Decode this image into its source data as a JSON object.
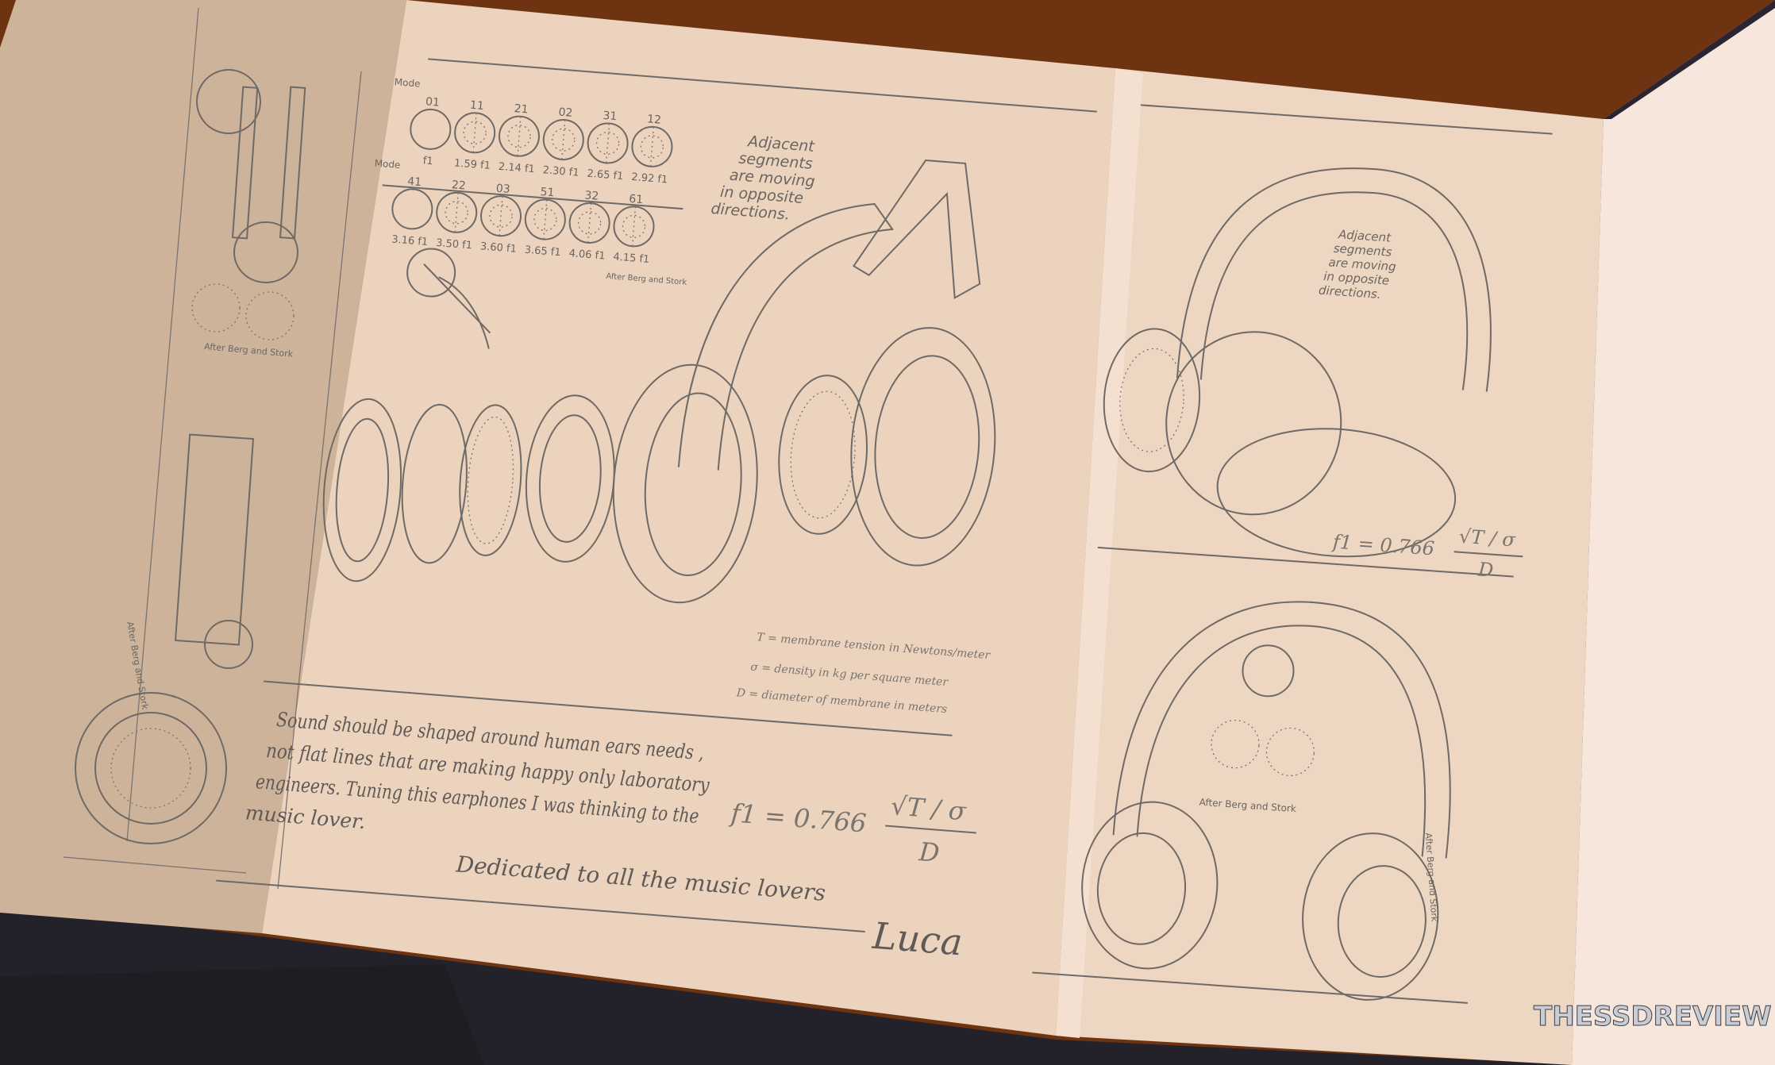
{
  "colors": {
    "wood": "#6e3412",
    "left_panel": "#cdb39a",
    "middle_panel": "#ebd3be",
    "right_panel": "#edd6c2",
    "flap": "#f7e6dc",
    "tablet": "#1c1e21",
    "ink": "#6f6a66"
  },
  "modes": {
    "label": "Mode",
    "row1": [
      {
        "mode": "01",
        "freq": "f1"
      },
      {
        "mode": "11",
        "freq": "1.59 f1"
      },
      {
        "mode": "21",
        "freq": "2.14 f1"
      },
      {
        "mode": "02",
        "freq": "2.30 f1"
      },
      {
        "mode": "31",
        "freq": "2.65 f1"
      },
      {
        "mode": "12",
        "freq": "2.92 f1"
      }
    ],
    "row2": [
      {
        "mode": "41",
        "freq": "3.16 f1"
      },
      {
        "mode": "22",
        "freq": "3.50 f1"
      },
      {
        "mode": "03",
        "freq": "3.60 f1"
      },
      {
        "mode": "51",
        "freq": "3.65 f1"
      },
      {
        "mode": "32",
        "freq": "4.06 f1"
      },
      {
        "mode": "61",
        "freq": "4.15 f1"
      }
    ],
    "credit": "After Berg and Stork"
  },
  "adjacent_note": [
    "Adjacent",
    "segments",
    "are moving",
    "in opposite",
    "directions."
  ],
  "legend": {
    "T": "T = membrane tension in Newtons/meter",
    "sigma": "σ = density in kg per square meter",
    "D": "D = diameter of membrane in meters"
  },
  "formula": {
    "lhs": "f1 = 0.766",
    "numerator": "√T / σ",
    "denominator": "D"
  },
  "message": {
    "lines": [
      "Sound should be shaped around human ears needs ,",
      "not flat lines that are making happy only laboratory",
      "engineers. Tuning this earphones I was thinking to the",
      "music lover."
    ],
    "dedication": "Dedicated to all the music lovers",
    "signature": "Luca"
  },
  "credits": {
    "left_horizontal": "After Berg and Stork",
    "left_vertical": "After Berg and Stork",
    "right_horizontal": "After Berg and Stork",
    "right_vertical": "After Berg and Stork"
  },
  "watermark": "THESSDREVIEW"
}
